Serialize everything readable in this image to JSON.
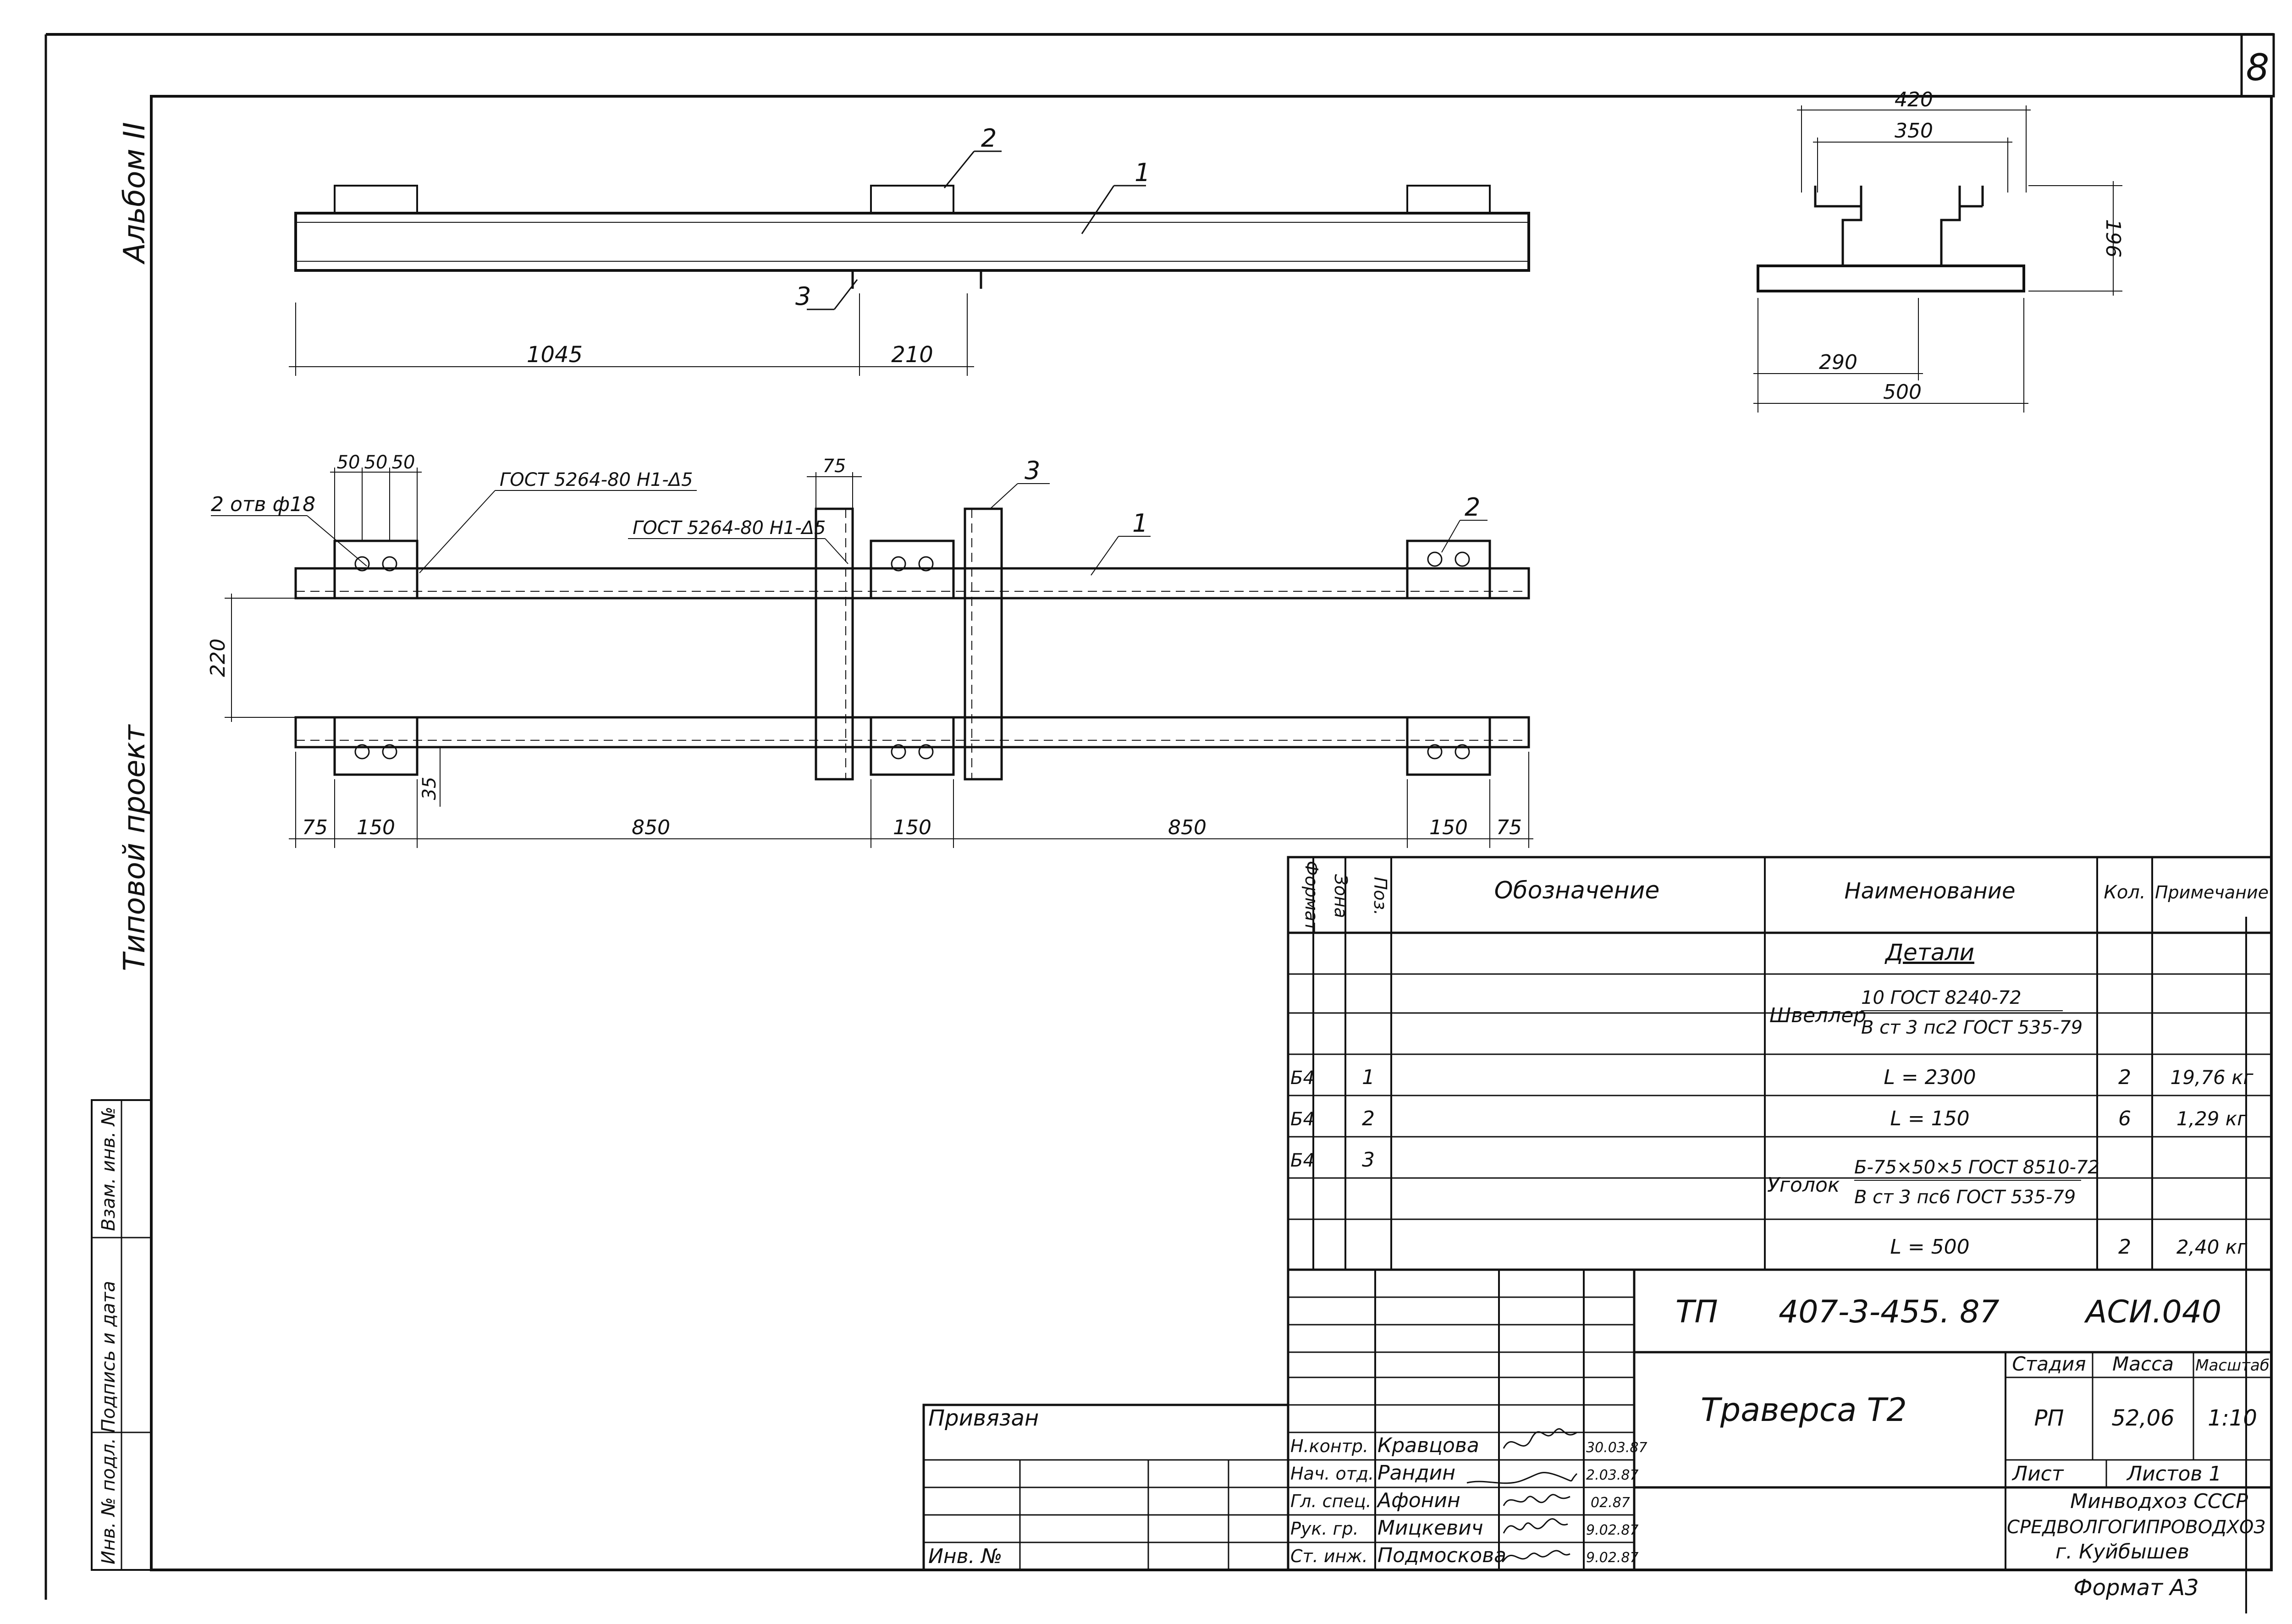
{
  "sheet": {
    "number": "8",
    "album": "Альбом II",
    "project_type": "Типовой проект",
    "format": "Формат А3"
  },
  "side_stamp": {
    "inv_podl": "Инв. № подл.",
    "podpis_data": "Подпись и дата",
    "vzam_inv": "Взам. инв. №"
  },
  "views": {
    "front": {
      "callouts": [
        "1",
        "2",
        "3"
      ],
      "dims": [
        "1045",
        "210"
      ]
    },
    "section": {
      "dims": [
        "420",
        "350",
        "196",
        "290",
        "500"
      ]
    },
    "plan": {
      "holes_note": "2 отв ф18",
      "weld_note_1": "ГОСТ 5264-80 Н1-Δ5",
      "weld_note_2": "ГОСТ 5264-80 Н1-Δ5",
      "callouts": [
        "1",
        "2",
        "3"
      ],
      "top_dims": [
        "50",
        "50",
        "50",
        "75"
      ],
      "dim_vertical": "220",
      "dim_small": "35",
      "bottom_dims": [
        "75",
        "150",
        "850",
        "150",
        "850",
        "150",
        "75"
      ]
    }
  },
  "spec": {
    "headers": {
      "format": "Формат",
      "zone": "Зона",
      "pos": "Поз.",
      "designation": "Обозначение",
      "name": "Наименование",
      "qty": "Кол.",
      "note": "Примечание"
    },
    "section_title": "Детали",
    "channel_prefix": "Швеллер",
    "channel_spec_top": "10 ГОСТ 8240-72",
    "channel_spec_bottom": "В ст 3 пс2 ГОСТ 535-79",
    "angle_prefix": "Уголок",
    "angle_spec_top": "Б-75×50×5 ГОСТ 8510-72",
    "angle_spec_bottom": "В ст 3 пс6 ГОСТ 535-79",
    "rows": [
      {
        "format": "Б4",
        "pos": "1",
        "name": "L = 2300",
        "qty": "2",
        "note": "19,76 кг"
      },
      {
        "format": "Б4",
        "pos": "2",
        "name": "L = 150",
        "qty": "6",
        "note": "1,29 кг"
      },
      {
        "format": "Б4",
        "pos": "3",
        "name": "",
        "qty": "",
        "note": ""
      },
      {
        "format": "",
        "pos": "",
        "name": "L = 500",
        "qty": "2",
        "note": "2,40 кг"
      }
    ]
  },
  "title_block": {
    "code_prefix": "ТП",
    "code": "407-3-455. 87",
    "code_suffix": "АСИ.040",
    "title": "Траверса Т2",
    "stage_label": "Стадия",
    "mass_label": "Масса",
    "scale_label": "Масштаб",
    "stage": "РП",
    "mass": "52,06",
    "scale": "1:10",
    "sheet_label": "Лист",
    "sheets_label": "Листов 1",
    "org_1": "Минводхоз СССР",
    "org_2": "СРЕДВОЛГОГИПРОВОДХОЗ",
    "org_3": "г. Куйбышев",
    "bound_label": "Привязан",
    "inv_label": "Инв. №",
    "signers": [
      {
        "role": "Н.контр.",
        "name": "Кравцова",
        "date": "30.03.87"
      },
      {
        "role": "Нач. отд.",
        "name": "Рандин",
        "date": "2.03.87"
      },
      {
        "role": "Гл. спец.",
        "name": "Афонин",
        "date": "02.87"
      },
      {
        "role": "Рук. гр.",
        "name": "Мицкевич",
        "date": "9.02.87"
      },
      {
        "role": "Ст. инж.",
        "name": "Подмоскова",
        "date": "9.02.87"
      }
    ]
  }
}
